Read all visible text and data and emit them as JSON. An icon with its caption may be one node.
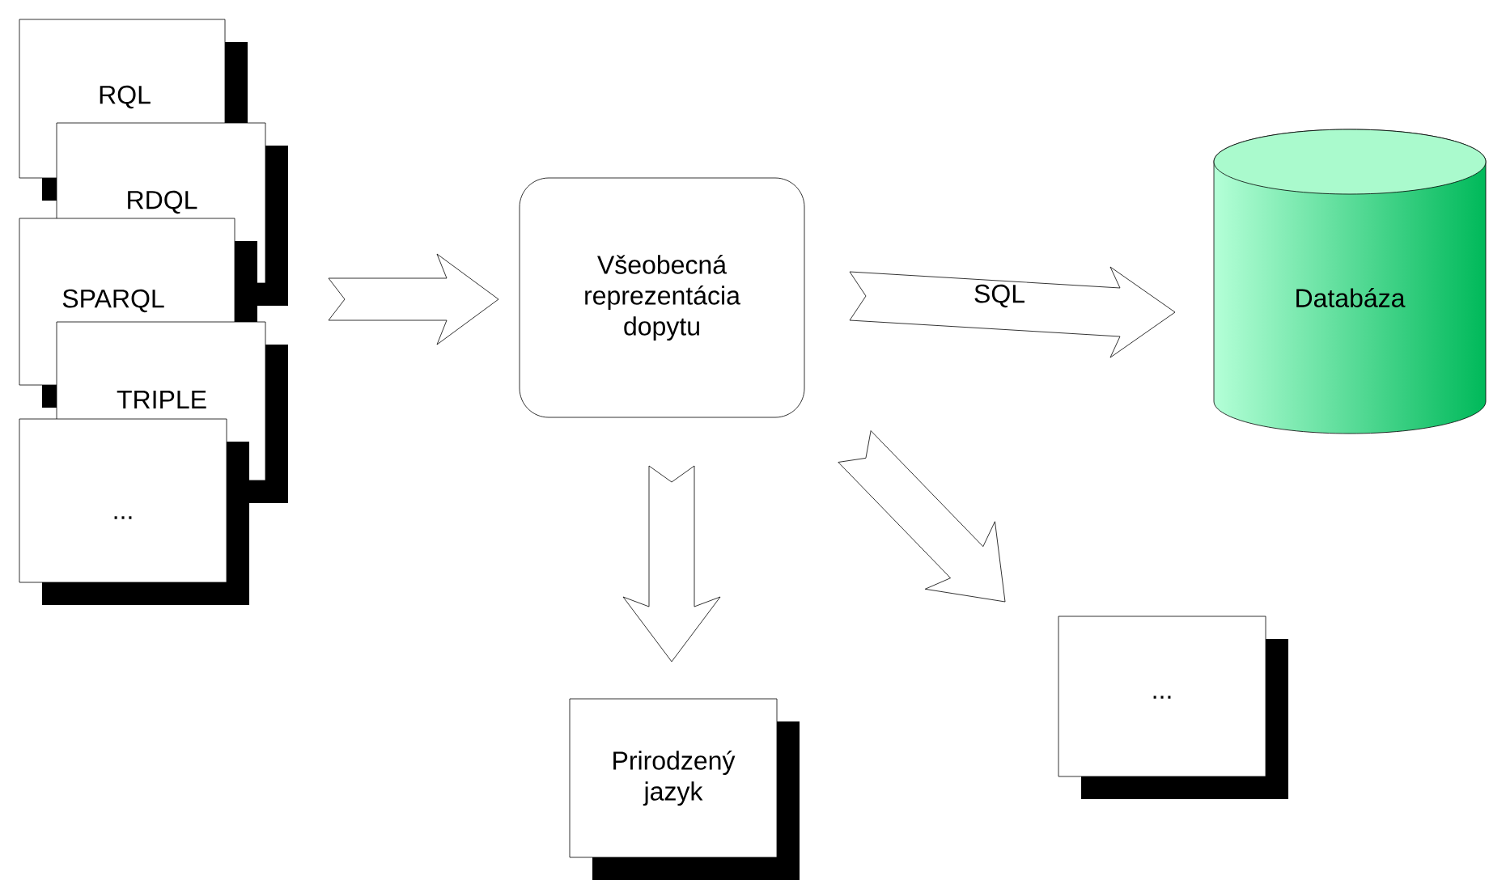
{
  "diagram": {
    "nodes": [
      {
        "text": [
          "RQL"
        ]
      },
      {
        "text": [
          "RDQL"
        ]
      },
      {
        "text": [
          "SPARQL"
        ]
      },
      {
        "text": [
          "TRIPLE"
        ]
      },
      {
        "text": [
          "..."
        ]
      },
      {
        "text": [
          "Všeobecná reprezentácia dopytu"
        ]
      },
      {
        "text": [
          "Databáza"
        ]
      },
      {
        "text": [
          "Prirodzený jazyk"
        ]
      },
      {
        "text": [
          "..."
        ]
      }
    ],
    "edges": [
      {
        "from": 0,
        "to": 5,
        "arrow": "to"
      },
      {
        "from": 1,
        "to": 5,
        "arrow": "to"
      },
      {
        "from": 2,
        "to": 5,
        "arrow": "to"
      },
      {
        "from": 3,
        "to": 5,
        "arrow": "to"
      },
      {
        "from": 4,
        "to": 5,
        "arrow": "to"
      },
      {
        "from": 5,
        "to": 6,
        "arrow": "to",
        "label": "SQL"
      },
      {
        "from": 5,
        "to": 7,
        "arrow": "to"
      },
      {
        "from": 5,
        "to": 8,
        "arrow": "to"
      }
    ]
  }
}
